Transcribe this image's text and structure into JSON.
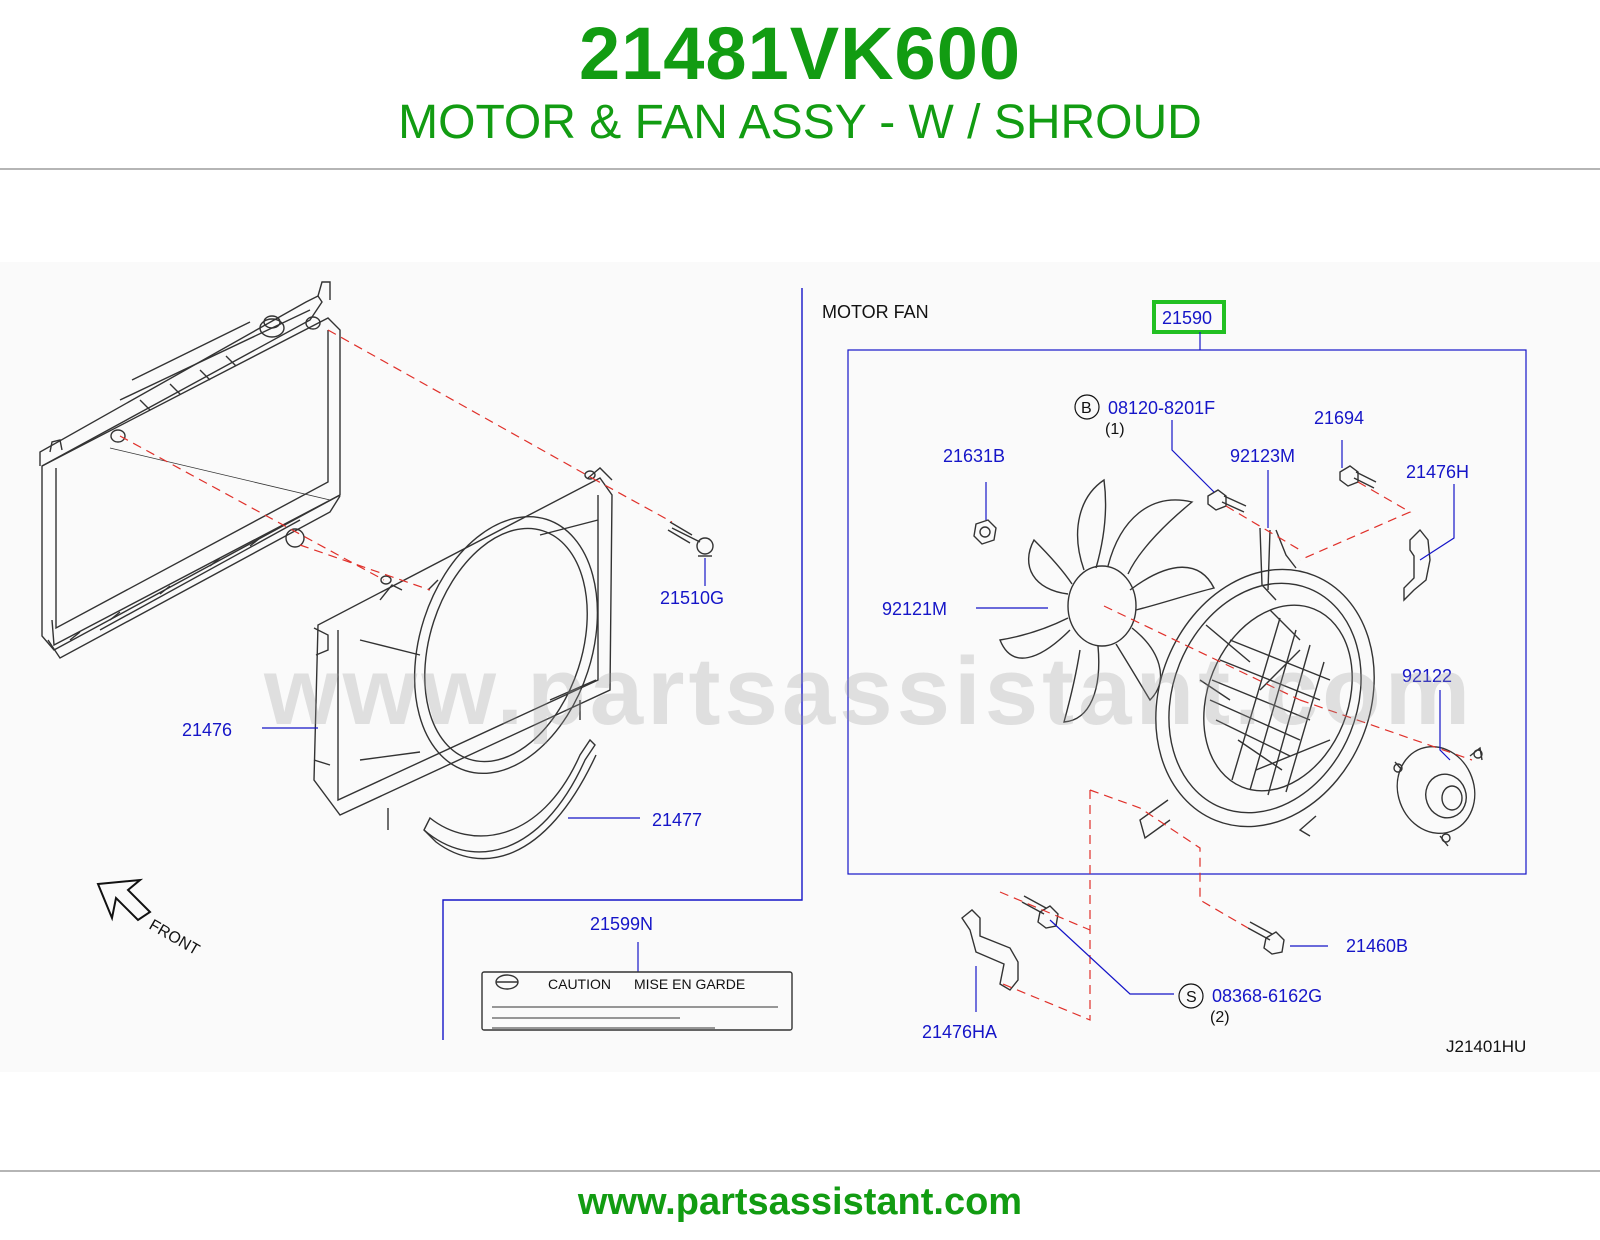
{
  "header": {
    "part_number": "21481VK600",
    "title": "MOTOR & FAN ASSY - W / SHROUD"
  },
  "diagram": {
    "section_label": "MOTOR   FAN",
    "highlighted_callout": "21590",
    "watermark": "www.partsassistant.com",
    "drawing_code": "J21401HU",
    "front_label": "FRONT",
    "caution_label": {
      "caution": "CAUTION",
      "mise": "MISE  EN  GARDE"
    },
    "callouts": {
      "c21476": "21476",
      "c21477": "21477",
      "c21510G": "21510G",
      "c21599N": "21599N",
      "c21631B": "21631B",
      "c92121M": "92121M",
      "c92123M": "92123M",
      "c21694": "21694",
      "c21476H": "21476H",
      "c92122": "92122",
      "c21460B": "21460B",
      "c21476HA": "21476HA",
      "bolt_b": {
        "marker": "B",
        "code": "08120-8201F",
        "qty": "(1)"
      },
      "bolt_s": {
        "marker": "S",
        "code": "08368-6162G",
        "qty": "(2)"
      }
    },
    "colors": {
      "brand_green": "#129c12",
      "callout_blue": "#1515c8",
      "dashed_red": "#e0302a",
      "highlight_green": "#22c022"
    }
  },
  "footer": {
    "url": "www.partsassistant.com"
  }
}
